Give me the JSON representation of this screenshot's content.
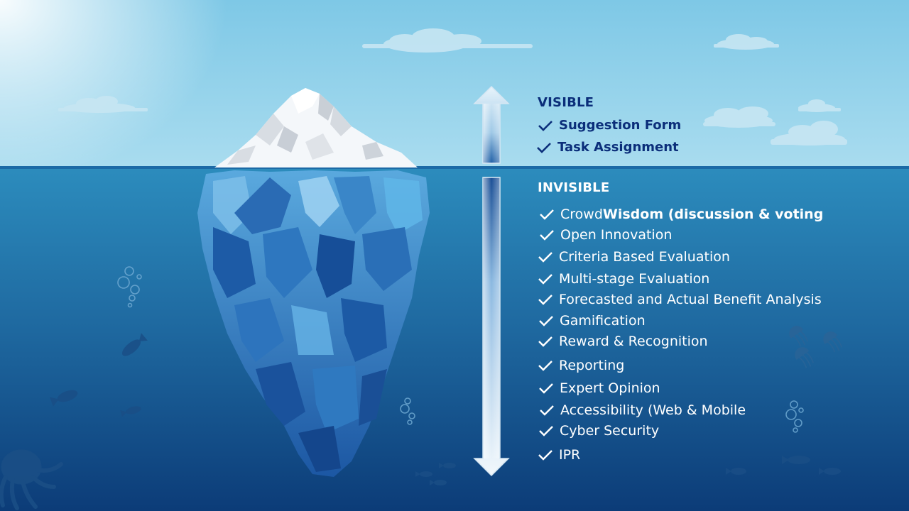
{
  "visible": {
    "heading": "VISIBLE",
    "items": [
      "Suggestion Form",
      "Task Assignment"
    ]
  },
  "invisible": {
    "heading": "INVISIBLE",
    "first_item": {
      "normal": "Crowd ",
      "bold": "Wisdom (discussion & voting"
    },
    "items": [
      "Open Innovation",
      "Criteria Based Evaluation",
      "Multi-stage Evaluation",
      "Forecasted and Actual Benefit Analysis",
      "Gamification",
      "Reward & Recognition",
      "Reporting",
      "Expert Opinion",
      "Accessibility (Web & Mobile",
      "Cyber Security",
      "IPR"
    ]
  },
  "icons": [
    "iceberg-icon",
    "arrow-up-icon",
    "arrow-down-icon",
    "cloud-icon",
    "fish-icon",
    "jellyfish-icon",
    "octopus-icon",
    "bubbles-icon",
    "check-icon"
  ],
  "colors": {
    "sky": "#8fd0ea",
    "water_top": "#2c86b8",
    "water_bottom": "#0d3f7a",
    "visible_text": "#0b2e7a",
    "invisible_text": "#ffffff"
  }
}
